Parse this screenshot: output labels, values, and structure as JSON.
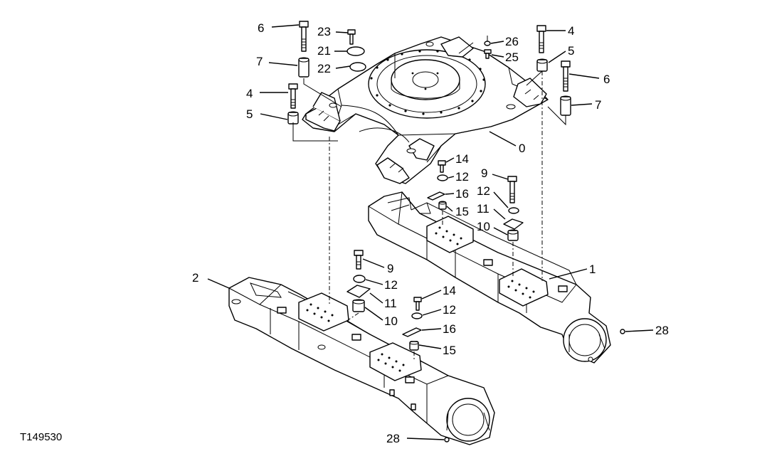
{
  "figure": {
    "id": "T149530"
  },
  "callouts": [
    {
      "key": "c6a",
      "text": "6"
    },
    {
      "key": "c7a",
      "text": "7"
    },
    {
      "key": "c4a",
      "text": "4"
    },
    {
      "key": "c5a",
      "text": "5"
    },
    {
      "key": "c23",
      "text": "23"
    },
    {
      "key": "c21",
      "text": "21"
    },
    {
      "key": "c22",
      "text": "22"
    },
    {
      "key": "c26",
      "text": "26"
    },
    {
      "key": "c25",
      "text": "25"
    },
    {
      "key": "c4b",
      "text": "4"
    },
    {
      "key": "c5b",
      "text": "5"
    },
    {
      "key": "c6b",
      "text": "6"
    },
    {
      "key": "c7b",
      "text": "7"
    },
    {
      "key": "c0",
      "text": "0"
    },
    {
      "key": "c14a",
      "text": "14"
    },
    {
      "key": "c12a",
      "text": "12"
    },
    {
      "key": "c16a",
      "text": "16"
    },
    {
      "key": "c15a",
      "text": "15"
    },
    {
      "key": "c9a",
      "text": "9"
    },
    {
      "key": "c12b",
      "text": "12"
    },
    {
      "key": "c11a",
      "text": "11"
    },
    {
      "key": "c10a",
      "text": "10"
    },
    {
      "key": "c1",
      "text": "1"
    },
    {
      "key": "c2",
      "text": "2"
    },
    {
      "key": "c9b",
      "text": "9"
    },
    {
      "key": "c12c",
      "text": "12"
    },
    {
      "key": "c11b",
      "text": "11"
    },
    {
      "key": "c10b",
      "text": "10"
    },
    {
      "key": "c14b",
      "text": "14"
    },
    {
      "key": "c12d",
      "text": "12"
    },
    {
      "key": "c16b",
      "text": "16"
    },
    {
      "key": "c15b",
      "text": "15"
    },
    {
      "key": "c28a",
      "text": "28"
    },
    {
      "key": "c28b",
      "text": "28"
    }
  ]
}
